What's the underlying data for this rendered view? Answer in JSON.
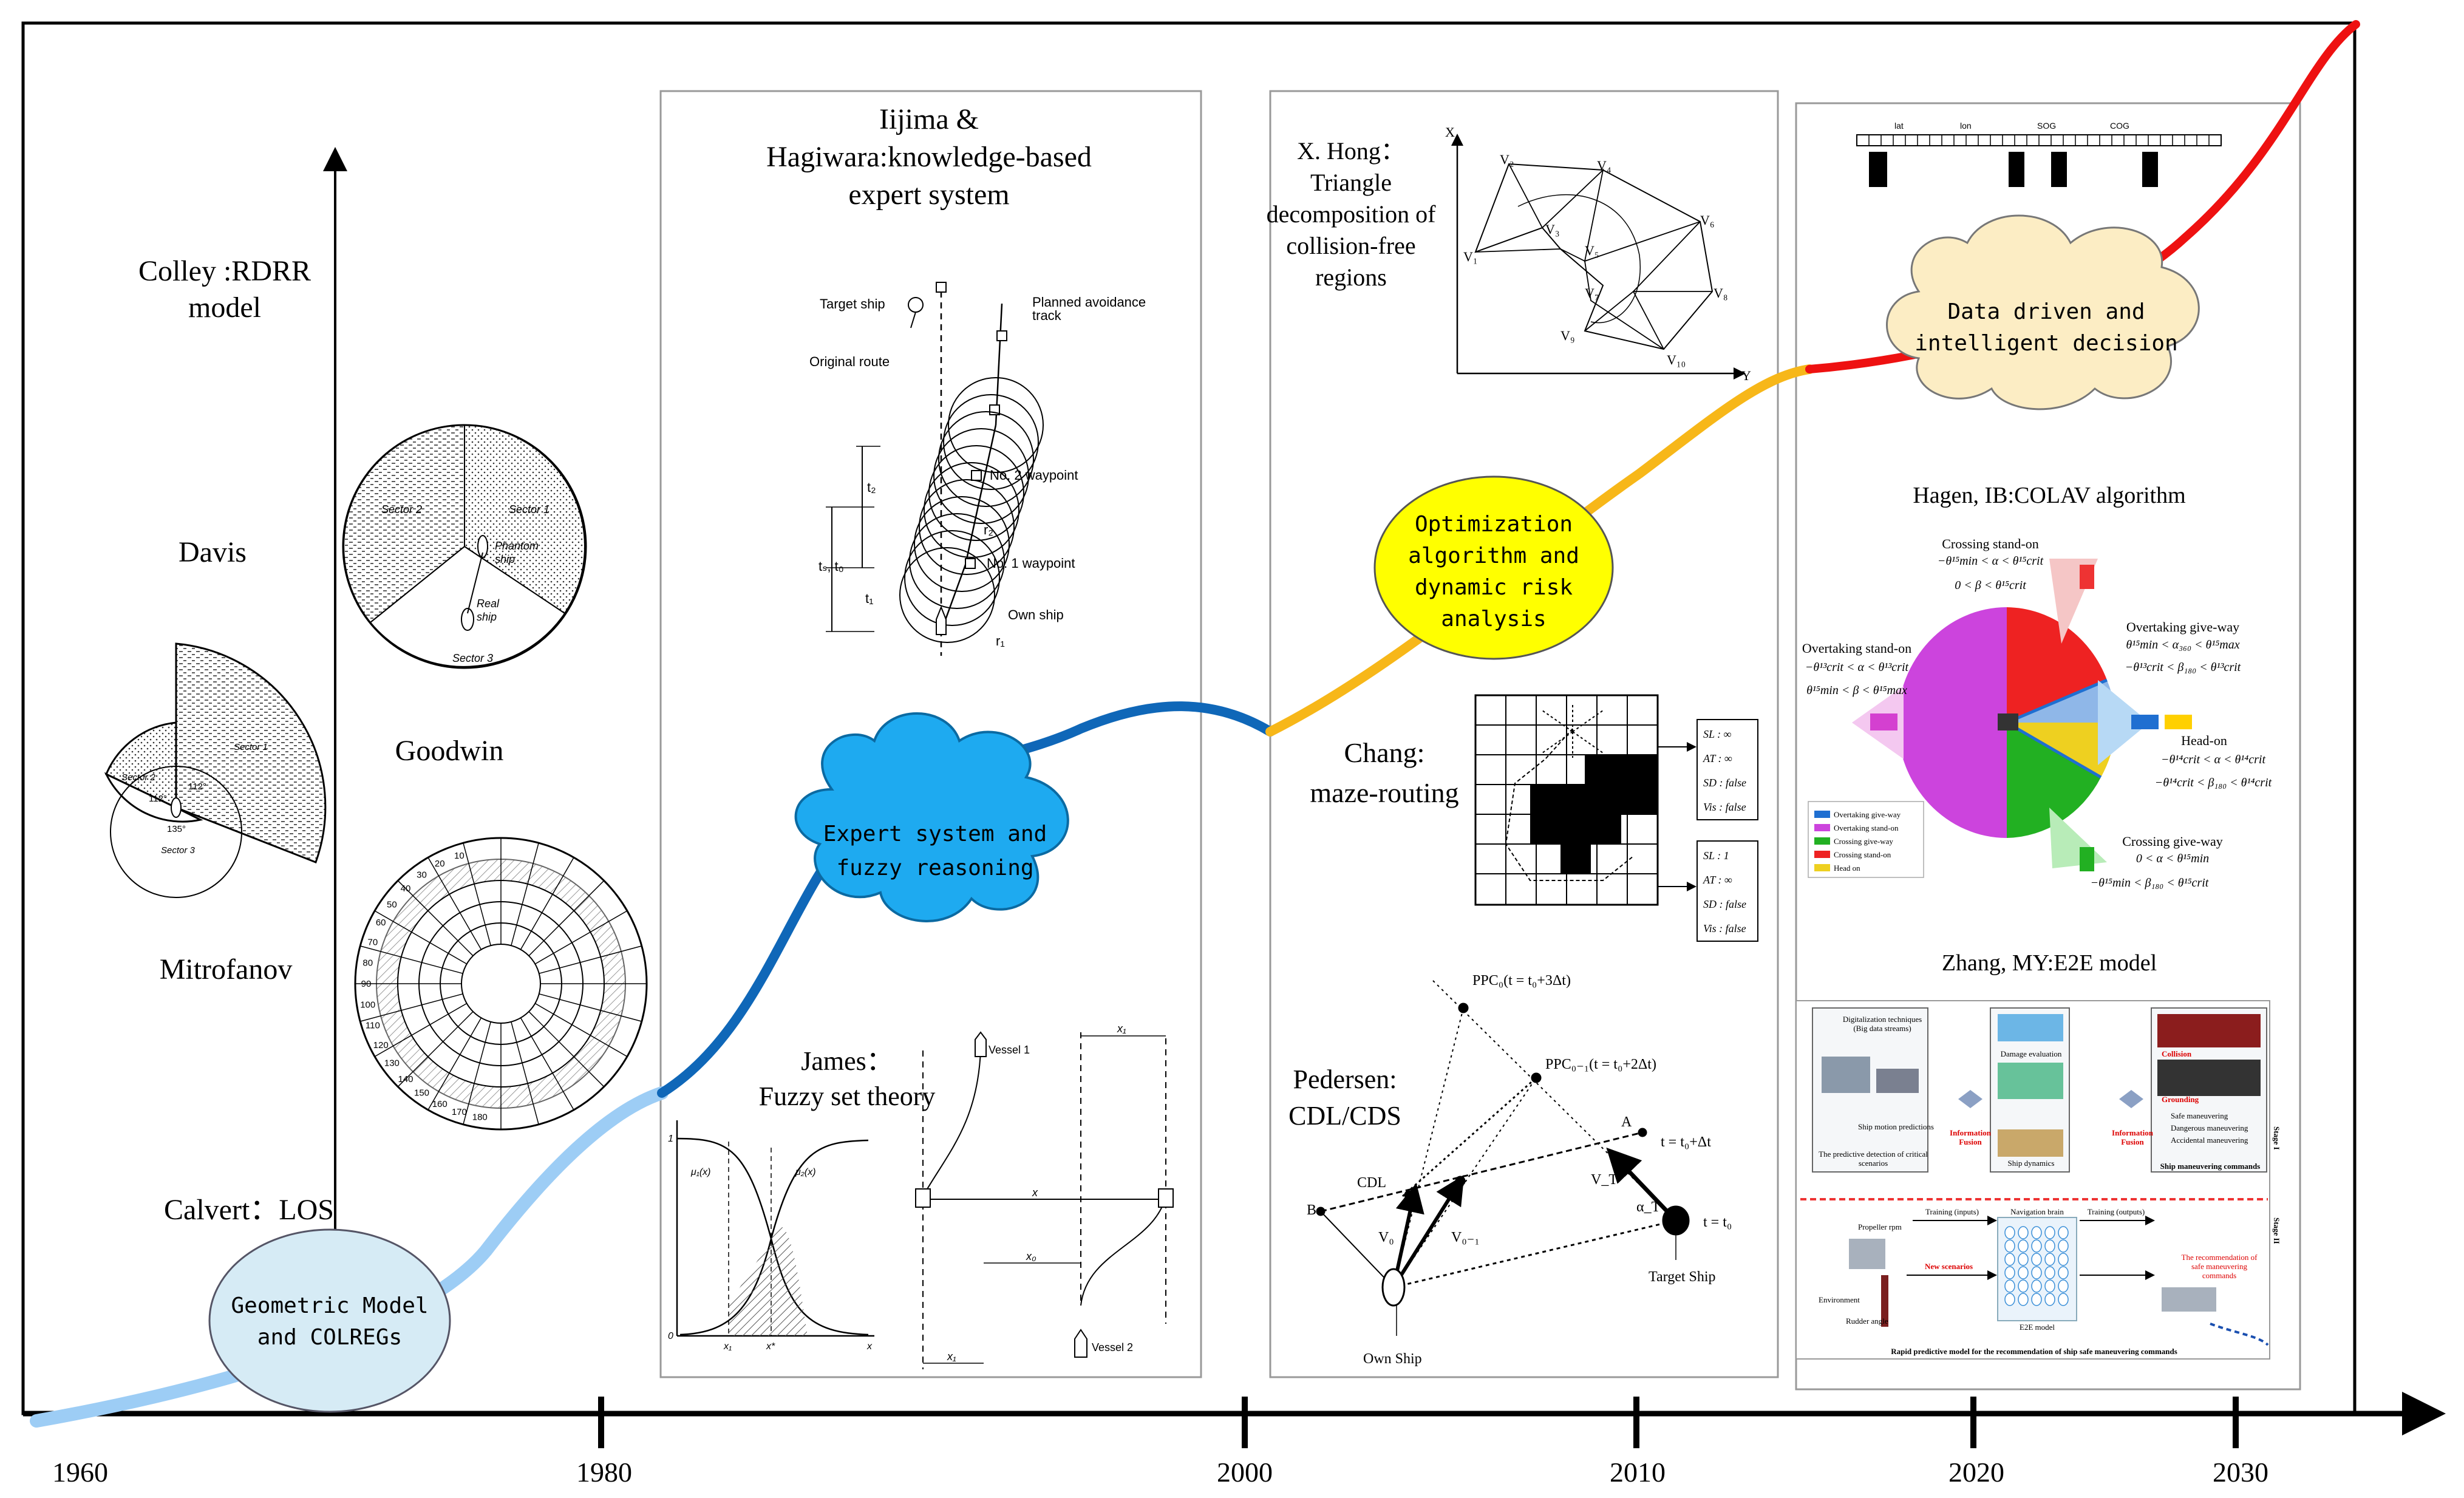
{
  "timeline": {
    "years": [
      "1960",
      "1980",
      "2000",
      "2010",
      "2020",
      "2030"
    ]
  },
  "stages": {
    "geometric": "Geometric Model\nand COLREGs",
    "expert": "Expert system and\nfuzzy reasoning",
    "optimization": "Optimization\nalgorithm and\ndynamic risk\nanalysis",
    "datadriven": "Data driven and\nintelligent decision"
  },
  "authors": {
    "colley": "Colley :RDRR\nmodel",
    "davis": "Davis",
    "goodwin": "Goodwin",
    "mitrofanov": "Mitrofanov",
    "calvert": "Calvert：LOS",
    "iijima": "Iijima &\nHagiwara:knowledge-based\nexpert system",
    "james": "James：\nFuzzy set theory",
    "hong": "X. Hong：\nTriangle\ndecomposition of\ncollision-free\nregions",
    "chang": "Chang:\nmaze-routing",
    "pedersen": "Pedersen:\nCDL/CDS",
    "hagen": "Hagen, IB:COLAV algorithm",
    "zhang": "Zhang, MY:E2E model"
  },
  "figures": {
    "davis": {
      "sectors": [
        "Sector 1",
        "Sector 2",
        "Sector 3"
      ],
      "angles": [
        "112°",
        "112°",
        "135°"
      ]
    },
    "goodwin": {
      "sectors": [
        "Sector 1",
        "Sector 2",
        "Sector 3"
      ],
      "phantom": "Phantom\nship",
      "real": "Real\nship"
    },
    "mitrofanov": {
      "rings": [
        "180",
        "170",
        "160",
        "150",
        "140",
        "130",
        "120",
        "110",
        "100",
        "90",
        "80",
        "70",
        "60",
        "50",
        "40",
        "30",
        "20",
        "10"
      ]
    },
    "iijima": {
      "target": "Target ship",
      "planned": "Planned avoidance\ntrack",
      "original": "Original route",
      "wp2": "No. 2 waypoint",
      "wp1": "No. 1 waypoint",
      "own": "Own ship",
      "t2": "t₂",
      "t1": "t₁",
      "tsto": "tₛ, t₀",
      "r2": "r₂",
      "r1": "r₁"
    },
    "james": {
      "mu1": "μ₁(x)",
      "mu2": "μ₂(x)",
      "x1": "x₁",
      "xstar": "x*",
      "x": "x",
      "zero": "0",
      "one": "1",
      "vessel1": "Vessel 1",
      "vessel2": "Vessel 2",
      "xa": "x₁",
      "xb": "x₀",
      "xc": "x₁",
      "xd": "x"
    },
    "hong": {
      "axisX": "X",
      "axisY": "Y",
      "nodes": [
        "V₁",
        "V₂",
        "V₃",
        "V₄",
        "V₅",
        "V₆",
        "V₇",
        "V₈",
        "V₉",
        "V₁₀"
      ]
    },
    "chang": {
      "box1": [
        "SL : ∞",
        "AT : ∞",
        "SD : false",
        "Vis : false"
      ],
      "box2": [
        "SL : 1",
        "AT : ∞",
        "SD : false",
        "Vis : false"
      ]
    },
    "pedersen": {
      "ppc0": "PPC₀(t = t₀+3Δt)",
      "ppc01": "PPC₀₋₁(t = t₀+2Δt)",
      "a": "A",
      "b": "B",
      "cdl": "CDL",
      "tdt": "t = t₀+Δt",
      "t0": "t = t₀",
      "vt": "V_T",
      "v0": "V₀",
      "v01": "V₀₋₁",
      "at": "α_T",
      "own": "Own Ship",
      "target": "Target Ship"
    },
    "datadriven": {
      "cols": [
        "lat",
        "lon",
        "SOG",
        "COG"
      ]
    },
    "hagen": {
      "crossing_standon": "Crossing stand-on",
      "cs_eq1": "−θ¹⁵min < α < θ¹⁵crit",
      "cs_eq2": "0 < β < θ¹⁵crit",
      "overtaking_giveway": "Overtaking give-way",
      "og_eq1": "θ¹⁵min < α₃₆₀ < θ¹⁵max",
      "og_eq2": "−θ¹³crit < β₁₈₀ < θ¹³crit",
      "overtaking_standon": "Overtaking stand-on",
      "os_eq1": "−θ¹³crit < α < θ¹³crit",
      "os_eq2": "θ¹⁵min < β < θ¹⁵max",
      "headon": "Head-on",
      "ho_eq1": "−θ¹⁴crit < α < θ¹⁴crit",
      "ho_eq2": "−θ¹⁴crit < β₁₈₀ < θ¹⁴crit",
      "crossing_giveway": "Crossing give-way",
      "cg_eq1": "0 < α < θ¹⁵min",
      "cg_eq2": "−θ¹⁵min < β₁₈₀ < θ¹⁵crit",
      "legend": [
        {
          "label": "Overtaking give-way",
          "color": "#1f6fd1"
        },
        {
          "label": "Overtaking stand-on",
          "color": "#cc44dd"
        },
        {
          "label": "Crossing give-way",
          "color": "#22b022"
        },
        {
          "label": "Crossing stand-on",
          "color": "#ee2222"
        },
        {
          "label": "Head on",
          "color": "#eed020"
        }
      ]
    },
    "zhang": {
      "digital": "Digitalization techniques\n(Big data streams)",
      "motion": "Ship motion predictions",
      "critical": "The predictive detection of critical\nscenarios",
      "fusion1": "Information\nFusion",
      "damage": "Damage evaluation",
      "dynamics": "Ship dynamics",
      "fusion2": "Information\nFusion",
      "collision": "Collision",
      "grounding": "Grounding",
      "safe": "Safe maneuvering",
      "dangerous": "Dangerous maneuvering",
      "accidental": "Accidental maneuvering",
      "commands": "Ship maneuvering commands",
      "stage1": "Stage I",
      "stage2": "Stage II",
      "training_in": "Training (inputs)",
      "nav_brain": "Navigation brain",
      "training_out": "Training (outputs)",
      "propeller": "Propeller rpm",
      "environment": "Environment",
      "rudder": "Rudder angle",
      "new_scen": "New scenarios",
      "e2e": "E2E model",
      "recommend": "The recommendation of\nsafe maneuvering\ncommands",
      "footer": "Rapid predictive model for the recommendation of ship safe maneuvering commands"
    }
  },
  "colors": {
    "lightblue_curve": "#9dcdf5",
    "blue_curve": "#0f67b8",
    "orange_curve": "#f7b719",
    "red_curve": "#ee1111",
    "geometric_fill": "#d6ebf5",
    "expert_fill": "#1eaaf0",
    "optimization_fill": "#ffff00",
    "datadriven_fill": "#fcedc4"
  }
}
